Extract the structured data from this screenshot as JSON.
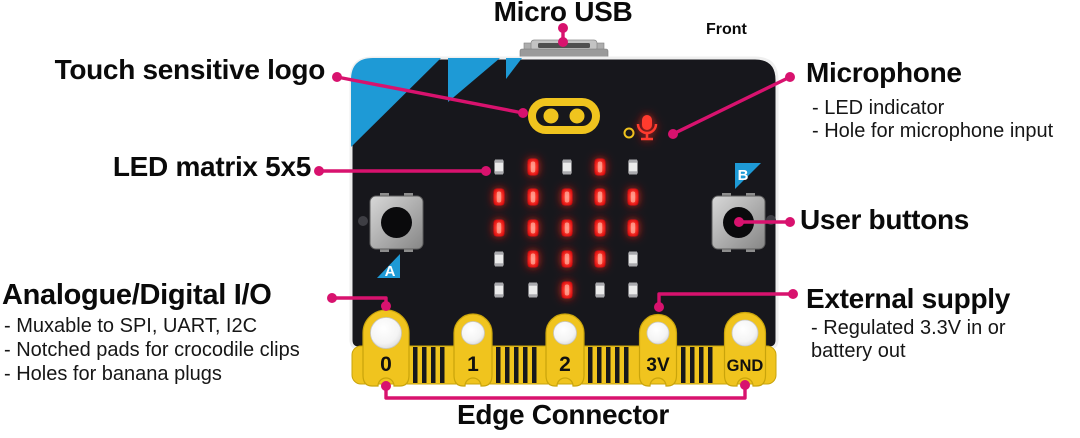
{
  "colors": {
    "annotation_pink": "#D8126E",
    "board_black": "#17171C",
    "microbit_blue": "#1E9AD6",
    "gold_yellow": "#F0C41E",
    "led_red": "#FF2A1F"
  },
  "annotations": {
    "micro_usb": {
      "label": "Micro USB"
    },
    "front": {
      "label": "Front"
    },
    "touch_logo": {
      "label": "Touch sensitive logo"
    },
    "led_matrix": {
      "label": "LED matrix 5x5"
    },
    "microphone": {
      "label": "Microphone",
      "details": [
        "- LED indicator",
        "- Hole for microphone input"
      ]
    },
    "user_buttons": {
      "label": "User buttons"
    },
    "external_supply": {
      "label": "External supply",
      "details": [
        "- Regulated 3.3V in or",
        "battery out"
      ]
    },
    "analogue_io": {
      "label": "Analogue/Digital I/O",
      "details": [
        "- Muxable to SPI, UART, I2C",
        "- Notched pads for crocodile clips",
        "- Holes for banana plugs"
      ]
    },
    "edge_connector": {
      "label": "Edge Connector"
    }
  },
  "board": {
    "button_a_label": "A",
    "button_b_label": "B",
    "edge_pins": [
      "0",
      "1",
      "2",
      "3V",
      "GND"
    ],
    "led_heart_pattern": [
      [
        0,
        1,
        0,
        1,
        0
      ],
      [
        1,
        1,
        1,
        1,
        1
      ],
      [
        1,
        1,
        1,
        1,
        1
      ],
      [
        0,
        1,
        1,
        1,
        0
      ],
      [
        0,
        0,
        1,
        0,
        0
      ]
    ]
  }
}
